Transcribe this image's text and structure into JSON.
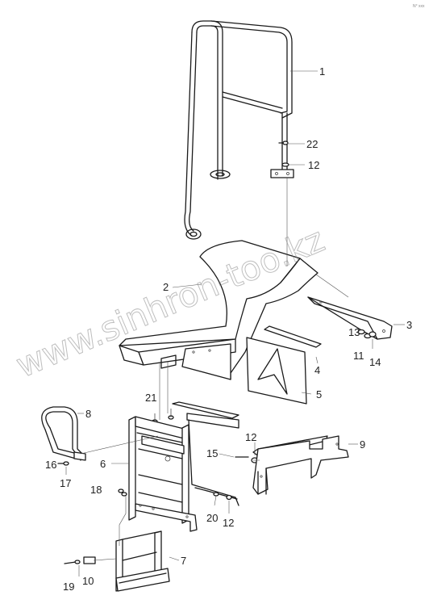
{
  "corner_mark": "N° xxx",
  "watermark": "www.sinhron-too.kz",
  "callouts": {
    "c1": "1",
    "c22": "22",
    "c12a": "12",
    "c2": "2",
    "c3": "3",
    "c13": "13",
    "c11": "11",
    "c14": "14",
    "c4": "4",
    "c5": "5",
    "c21": "21",
    "c8": "8",
    "c15": "15",
    "c12b": "12",
    "c9": "9",
    "c16": "16",
    "c17": "17",
    "c6": "6",
    "c18": "18",
    "c20": "20",
    "c12c": "12",
    "c7": "7",
    "c19": "19",
    "c10": "10"
  },
  "colors": {
    "line": "#1a1a1a",
    "watermark": "#8a8a8a",
    "background": "#ffffff"
  }
}
